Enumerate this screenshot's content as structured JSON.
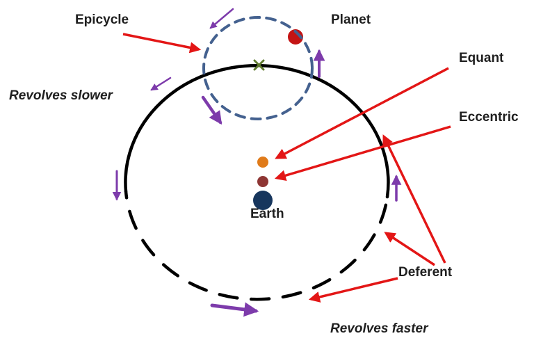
{
  "diagram": {
    "labels": {
      "epicycle": "Epicycle",
      "planet": "Planet",
      "equant": "Equant",
      "eccentric": "Eccentric",
      "deferent": "Deferent",
      "earth": "Earth",
      "revolves_slower": "Revolves slower",
      "revolves_faster": "Revolves faster"
    },
    "colors": {
      "background": "#ffffff",
      "text": "#1f1f1f",
      "deferent_stroke": "#000000",
      "epicycle_stroke": "#44618f",
      "annotation_arrow_red": "#e31616",
      "motion_arrow_purple": "#7d3bab",
      "planet_fill": "#c41414",
      "equant_fill": "#e07b1a",
      "eccentric_fill": "#8e3634",
      "earth_fill": "#17365d",
      "epicycle_center_marker": "#5f7a2e"
    }
  }
}
